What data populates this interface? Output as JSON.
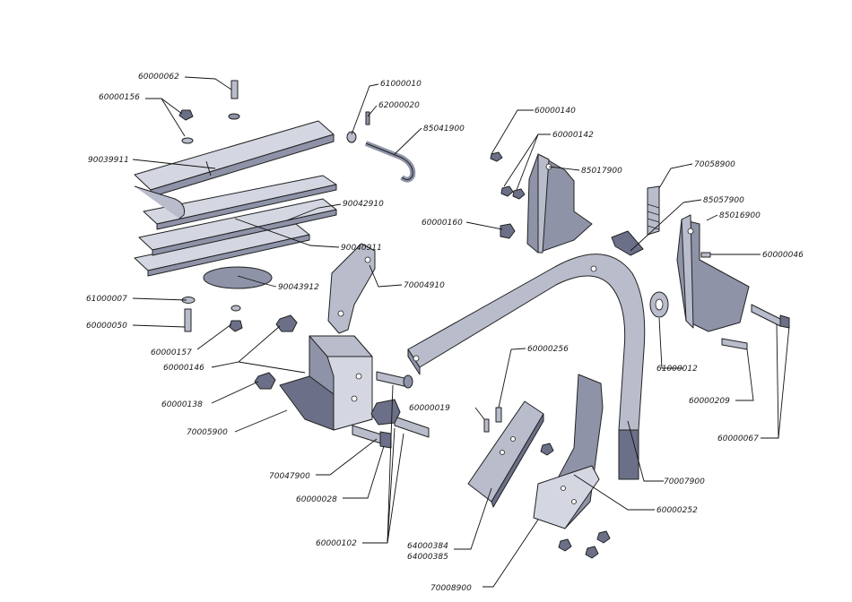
{
  "colors": {
    "part_light": "#d4d7e2",
    "part_mid": "#b8bccb",
    "part_shade": "#8e93a8",
    "part_dark": "#6b7088",
    "line": "#111111",
    "background": "#ffffff"
  },
  "labels": {
    "p60000062": "60000062",
    "p60000156": "60000156",
    "p90039911": "90039911",
    "p61000010": "61000010",
    "p62000020": "62000020",
    "p85041900": "85041900",
    "p90042910": "90042910",
    "p90040911": "90040911",
    "p90043912": "90043912",
    "p61000007": "61000007",
    "p60000050": "60000050",
    "p60000157": "60000157",
    "p70004910": "70004910",
    "p60000146": "60000146",
    "p60000138": "60000138",
    "p70005900": "70005900",
    "p70047900": "70047900",
    "p60000028": "60000028",
    "p60000102": "60000102",
    "p60000019": "60000019",
    "p64000384": "64000384",
    "p64000385": "64000385",
    "p70008900": "70008900",
    "p60000140": "60000140",
    "p60000142": "60000142",
    "p85017900": "85017900",
    "p60000160": "60000160",
    "p70058900": "70058900",
    "p85057900": "85057900",
    "p85016900": "85016900",
    "p60000046": "60000046",
    "p60000256": "60000256",
    "p61000012": "61000012",
    "p60000209": "60000209",
    "p60000067": "60000067",
    "p70007900": "70007900",
    "p60000252": "60000252"
  }
}
